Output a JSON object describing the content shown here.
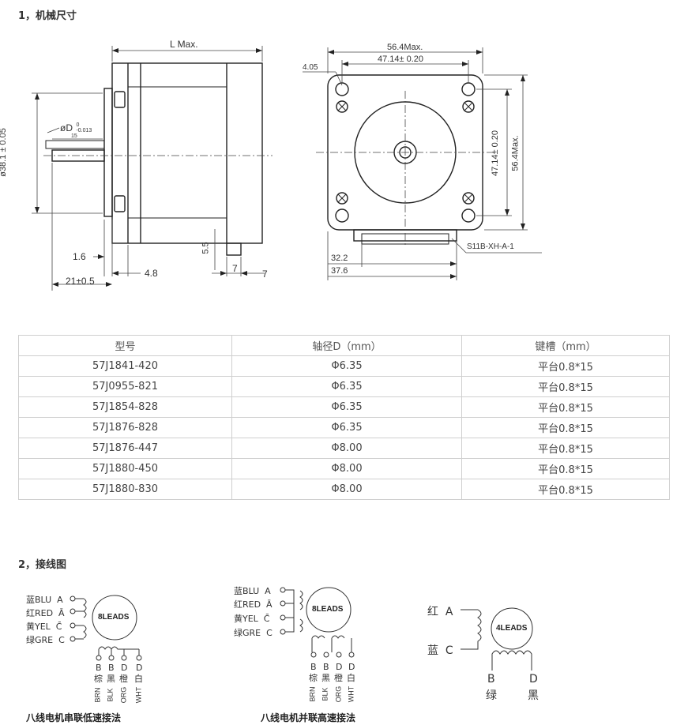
{
  "section1": {
    "title": "1，机械尺寸"
  },
  "section2": {
    "title": "2，接线图"
  },
  "drawing": {
    "side": {
      "l_max": "L Max.",
      "diameter_flange": "ø38.1 ± 0.05",
      "shaft_d_sym": "øD",
      "shaft_tol_top": "0",
      "shaft_tol_bottom": "-0.013",
      "flat_len": "15",
      "dim_1_6": "1.6",
      "dim_4_8": "4.8",
      "dim_21": "21±0.5",
      "dim_5_5": "5.5",
      "dim_7a": "7",
      "dim_7b": "7"
    },
    "front": {
      "width_max": "56.4Max.",
      "hole_spacing": "47.14± 0.20",
      "hole_dia": "4.05",
      "v_hole_spacing": "47.14± 0.20",
      "v_width_max": "56.4Max.",
      "connector": "S11B-XH-A-1",
      "dim_32_2": "32.2",
      "dim_37_6": "37.6"
    }
  },
  "table": {
    "headers": [
      "型号",
      "轴径D（mm）",
      "键槽（mm）"
    ],
    "rows": [
      [
        "57J1841-420",
        "Φ6.35",
        "平台0.8*15"
      ],
      [
        "57J0955-821",
        "Φ6.35",
        "平台0.8*15"
      ],
      [
        "57J1854-828",
        "Φ6.35",
        "平台0.8*15"
      ],
      [
        "57J1876-828",
        "Φ6.35",
        "平台0.8*15"
      ],
      [
        "57J1876-447",
        "Φ8.00",
        "平台0.8*15"
      ],
      [
        "57J1880-450",
        "Φ8.00",
        "平台0.8*15"
      ],
      [
        "57J1880-830",
        "Φ8.00",
        "平台0.8*15"
      ]
    ]
  },
  "wiring": {
    "series": {
      "caption": "八线电机串联低速接法",
      "motor": "8LEADS",
      "left_leads": [
        "蓝BLU  A",
        "红RED  Ā",
        "黄YEL  C̄",
        "绿GRE  C"
      ],
      "bottom_letters": [
        "B",
        "B",
        "D",
        "D"
      ],
      "bottom_cn": [
        "棕",
        "黑",
        "橙",
        "白"
      ],
      "bottom_en": [
        "BRN",
        "BLK",
        "ORG",
        "WHT"
      ]
    },
    "parallel": {
      "caption": "八线电机并联高速接法",
      "motor": "8LEADS",
      "left_leads": [
        "蓝BLU  A",
        "红RED  Ā",
        "黄YEL  C̄",
        "绿GRE  C"
      ],
      "bottom_letters": [
        "B",
        "B",
        "D",
        "D"
      ],
      "bottom_cn": [
        "棕",
        "黑",
        "橙",
        "白"
      ],
      "bottom_en": [
        "BRN",
        "BLK",
        "ORG",
        "WHT"
      ]
    },
    "four": {
      "motor": "4LEADS",
      "left_leads": [
        "红  A",
        "蓝  C"
      ],
      "bottom_letters": [
        "B",
        "D"
      ],
      "bottom_cn": [
        "绿",
        "黑"
      ]
    }
  }
}
